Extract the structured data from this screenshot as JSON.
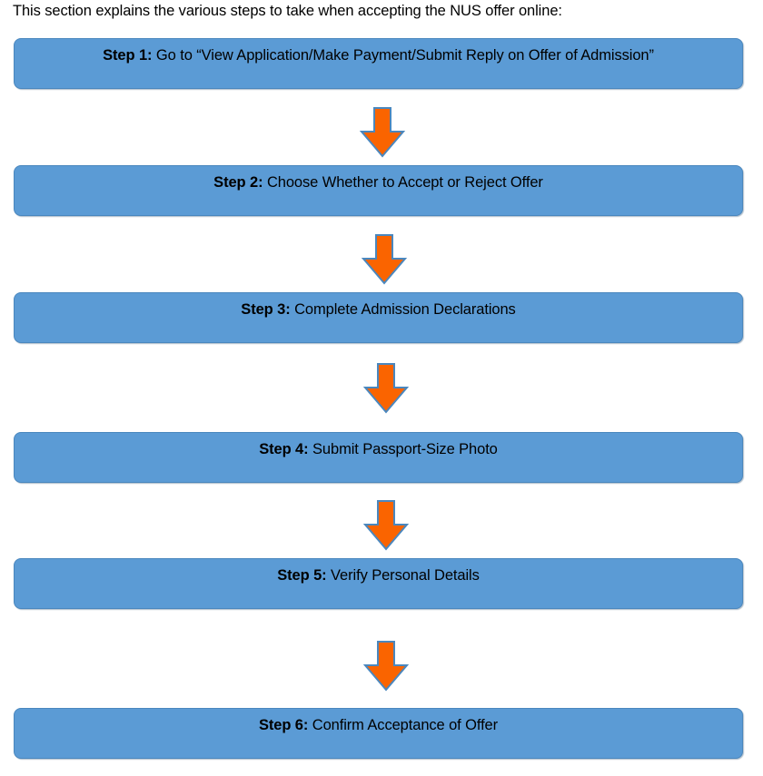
{
  "document": {
    "intro_text": "This section explains the various steps to take when accepting the NUS offer online:",
    "accent_blue": "#5B9BD5",
    "accent_blue_border": "#4A87BE",
    "accent_orange": "#FA6400",
    "accent_orange_border": "#4A87BE",
    "text_color": "#000000",
    "background": "#FFFFFF"
  },
  "flow": {
    "type": "vertical-process-flow",
    "step_count": 6,
    "arrow_count": 5,
    "steps": [
      {
        "id": "step-1",
        "strong": "Step 1:",
        "text": " Go to “View Application/Make Payment/Submit Reply on Offer of Admission”"
      },
      {
        "id": "step-2",
        "strong": "Step 2:",
        "text": " Choose Whether to Accept or Reject Offer"
      },
      {
        "id": "step-3",
        "strong": "Step 3:",
        "text": " Complete Admission Declarations"
      },
      {
        "id": "step-4",
        "strong": "Step 4:",
        "text": " Submit Passport-Size Photo"
      },
      {
        "id": "step-5",
        "strong": "Step 5:",
        "text": " Verify Personal Details"
      },
      {
        "id": "step-6",
        "strong": "Step 6:",
        "text": " Confirm Acceptance of Offer"
      }
    ],
    "arrows": [
      {
        "id": "arrow-1",
        "icon": "arrow-down-icon",
        "from": "step-1",
        "to": "step-2"
      },
      {
        "id": "arrow-2",
        "icon": "arrow-down-icon",
        "from": "step-2",
        "to": "step-3"
      },
      {
        "id": "arrow-3",
        "icon": "arrow-down-icon",
        "from": "step-3",
        "to": "step-4"
      },
      {
        "id": "arrow-4",
        "icon": "arrow-down-icon",
        "from": "step-4",
        "to": "step-5"
      },
      {
        "id": "arrow-5",
        "icon": "arrow-down-icon",
        "from": "step-5",
        "to": "step-6"
      }
    ]
  }
}
